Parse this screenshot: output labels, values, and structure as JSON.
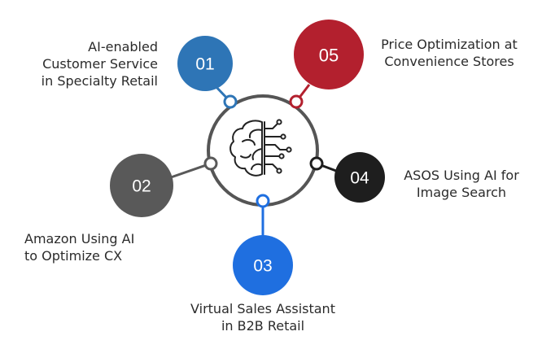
{
  "hub": {
    "icon": "brain-circuit-icon"
  },
  "nodes": [
    {
      "number": "01",
      "color": "#2e75b6",
      "label": [
        "AI-enabled",
        "Customer Service",
        "in Specialty Retail"
      ]
    },
    {
      "number": "02",
      "color": "#595959",
      "label": [
        "Amazon Using AI",
        "to Optimize CX"
      ]
    },
    {
      "number": "03",
      "color": "#1f6fe0",
      "label": [
        "Virtual Sales Assistant",
        "in B2B Retail"
      ]
    },
    {
      "number": "04",
      "color": "#1e1e1e",
      "label": [
        "ASOS Using AI for",
        "Image Search"
      ]
    },
    {
      "number": "05",
      "color": "#b3202e",
      "label": [
        "Price Optimization at",
        "Convenience Stores"
      ]
    }
  ],
  "colors": {
    "ring": "#555555",
    "node_text": "#ffffff",
    "label_text": "#2b2b2b"
  }
}
